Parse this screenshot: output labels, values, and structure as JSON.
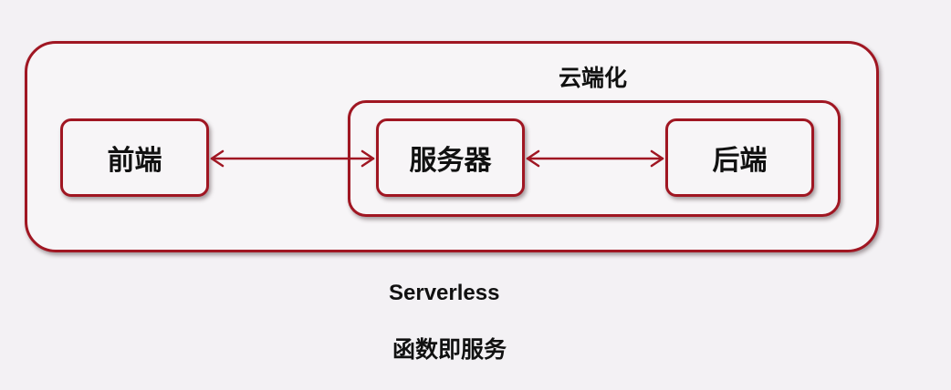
{
  "diagram": {
    "cloud_label": "云端化",
    "nodes": {
      "frontend": "前端",
      "server": "服务器",
      "backend": "后端"
    },
    "captions": {
      "serverless": "Serverless",
      "faas": "函数即服务"
    },
    "colors": {
      "border": "#a01622",
      "background": "#f3f1f4",
      "text": "#111111"
    }
  }
}
